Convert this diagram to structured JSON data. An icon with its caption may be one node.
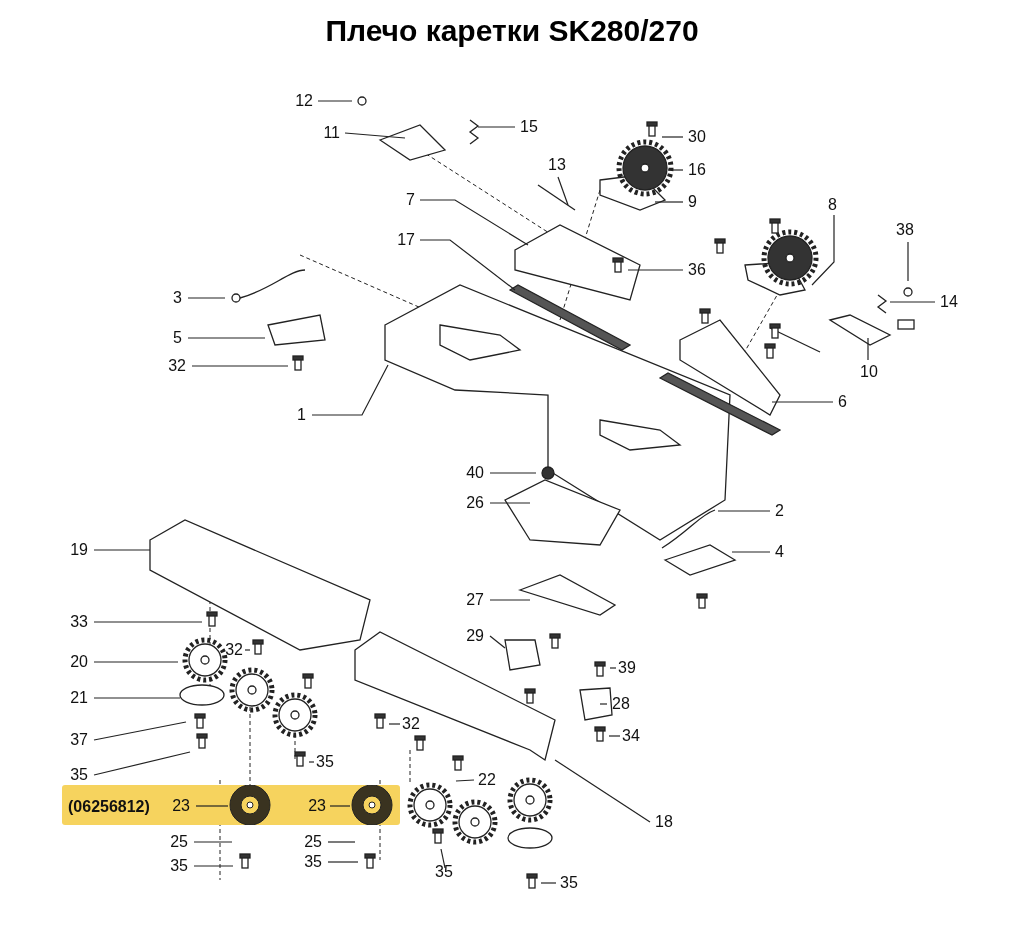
{
  "diagram": {
    "title": "Плечо каретки SK280/270",
    "nodes": [
      {
        "text": [
          "12"
        ]
      },
      {
        "text": [
          "11"
        ]
      },
      {
        "text": [
          "15"
        ]
      },
      {
        "text": [
          "30"
        ]
      },
      {
        "text": [
          "16"
        ]
      },
      {
        "text": [
          "13"
        ]
      },
      {
        "text": [
          "9"
        ]
      },
      {
        "text": [
          "7"
        ]
      },
      {
        "text": [
          "17"
        ]
      },
      {
        "text": [
          "36"
        ]
      },
      {
        "text": [
          "8"
        ]
      },
      {
        "text": [
          "38"
        ]
      },
      {
        "text": [
          "3"
        ]
      },
      {
        "text": [
          "14"
        ]
      },
      {
        "text": [
          "5"
        ]
      },
      {
        "text": [
          "10"
        ]
      },
      {
        "text": [
          "32"
        ]
      },
      {
        "text": [
          "1"
        ]
      },
      {
        "text": [
          "6"
        ]
      },
      {
        "text": [
          "40"
        ]
      },
      {
        "text": [
          "26"
        ]
      },
      {
        "text": [
          "2"
        ]
      },
      {
        "text": [
          "19"
        ]
      },
      {
        "text": [
          "4"
        ]
      },
      {
        "text": [
          "27"
        ]
      },
      {
        "text": [
          "33"
        ]
      },
      {
        "text": [
          "32"
        ]
      },
      {
        "text": [
          "29"
        ]
      },
      {
        "text": [
          "39"
        ]
      },
      {
        "text": [
          "20"
        ]
      },
      {
        "text": [
          "21"
        ]
      },
      {
        "text": [
          "32"
        ]
      },
      {
        "text": [
          "28"
        ]
      },
      {
        "text": [
          "37"
        ]
      },
      {
        "text": [
          "34"
        ]
      },
      {
        "text": [
          "35"
        ]
      },
      {
        "text": [
          "35"
        ]
      },
      {
        "text": [
          "22"
        ]
      },
      {
        "text": [
          "18"
        ]
      },
      {
        "text": [
          "(06256812)"
        ]
      },
      {
        "text": [
          "23"
        ],
        "in": 39
      },
      {
        "text": [
          "23"
        ],
        "in": 39
      },
      {
        "text": [
          "25"
        ]
      },
      {
        "text": [
          "25"
        ]
      },
      {
        "text": [
          "35"
        ]
      },
      {
        "text": [
          "35"
        ]
      },
      {
        "text": [
          "35"
        ]
      },
      {
        "text": [
          "35"
        ]
      }
    ],
    "edges": [
      {
        "from": 0,
        "to": null,
        "arrow": "none"
      },
      {
        "from": 1,
        "to": null,
        "arrow": "none"
      },
      {
        "from": 2,
        "to": null,
        "arrow": "none"
      },
      {
        "from": 3,
        "to": null,
        "arrow": "none"
      },
      {
        "from": 4,
        "to": null,
        "arrow": "none"
      },
      {
        "from": 5,
        "to": null,
        "arrow": "none"
      },
      {
        "from": 6,
        "to": null,
        "arrow": "none"
      },
      {
        "from": 7,
        "to": null,
        "arrow": "none"
      },
      {
        "from": 8,
        "to": null,
        "arrow": "none"
      },
      {
        "from": 9,
        "to": null,
        "arrow": "none"
      },
      {
        "from": 10,
        "to": null,
        "arrow": "none"
      },
      {
        "from": 11,
        "to": null,
        "arrow": "none"
      },
      {
        "from": 12,
        "to": null,
        "arrow": "none"
      },
      {
        "from": 13,
        "to": null,
        "arrow": "none"
      },
      {
        "from": 14,
        "to": null,
        "arrow": "none"
      },
      {
        "from": 15,
        "to": null,
        "arrow": "none"
      },
      {
        "from": 16,
        "to": null,
        "arrow": "none"
      },
      {
        "from": 17,
        "to": null,
        "arrow": "none"
      },
      {
        "from": 18,
        "to": null,
        "arrow": "none"
      },
      {
        "from": 19,
        "to": null,
        "arrow": "none"
      },
      {
        "from": 20,
        "to": null,
        "arrow": "none"
      },
      {
        "from": 21,
        "to": null,
        "arrow": "none"
      },
      {
        "from": 22,
        "to": null,
        "arrow": "none"
      },
      {
        "from": 23,
        "to": null,
        "arrow": "none"
      },
      {
        "from": 24,
        "to": null,
        "arrow": "none"
      },
      {
        "from": 25,
        "to": null,
        "arrow": "none"
      },
      {
        "from": 26,
        "to": null,
        "arrow": "none"
      },
      {
        "from": 27,
        "to": null,
        "arrow": "none"
      },
      {
        "from": 28,
        "to": null,
        "arrow": "none"
      },
      {
        "from": 29,
        "to": null,
        "arrow": "none"
      },
      {
        "from": 30,
        "to": null,
        "arrow": "none"
      },
      {
        "from": 31,
        "to": null,
        "arrow": "none"
      },
      {
        "from": 32,
        "to": null,
        "arrow": "none"
      },
      {
        "from": 33,
        "to": null,
        "arrow": "none"
      },
      {
        "from": 34,
        "to": null,
        "arrow": "none"
      },
      {
        "from": 35,
        "to": null,
        "arrow": "none"
      },
      {
        "from": 36,
        "to": null,
        "arrow": "none"
      },
      {
        "from": 37,
        "to": null,
        "arrow": "none"
      },
      {
        "from": 38,
        "to": null,
        "arrow": "none"
      },
      {
        "from": 40,
        "to": null,
        "arrow": "none"
      },
      {
        "from": 41,
        "to": null,
        "arrow": "none"
      },
      {
        "from": 42,
        "to": null,
        "arrow": "none"
      },
      {
        "from": 43,
        "to": null,
        "arrow": "none"
      },
      {
        "from": 44,
        "to": null,
        "arrow": "none"
      },
      {
        "from": 45,
        "to": null,
        "arrow": "none"
      },
      {
        "from": 46,
        "to": null,
        "arrow": "none"
      },
      {
        "from": 47,
        "to": null,
        "arrow": "none"
      }
    ]
  }
}
